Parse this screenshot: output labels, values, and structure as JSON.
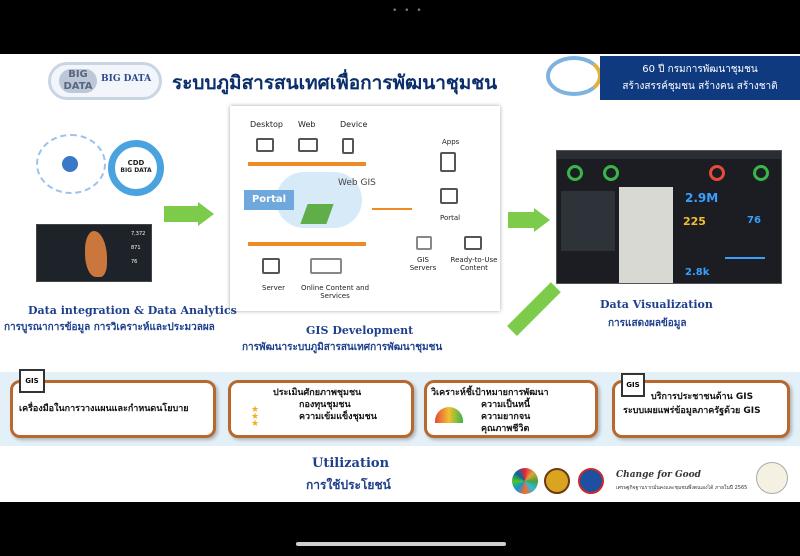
{
  "slide": {
    "title": "ระบบภูมิสารสนเทศเพื่อการพัฒนาชุมชน",
    "logo_big": "BIG DATA",
    "logo_label": "BIG DATA",
    "ribbon_line1": "60 ปี กรมการพัฒนาชุมชน",
    "ribbon_line2": "สร้างสรรค์ชุมชน สร้างคน สร้างชาติ"
  },
  "left_graphic": {
    "cdd_label1": "CDD",
    "cdd_label2": "BIG DATA",
    "stats": [
      "7,372",
      "871",
      "76"
    ]
  },
  "gis": {
    "desktop": "Desktop",
    "web": "Web",
    "device": "Device",
    "apps": "Apps",
    "web_gis": "Web GIS",
    "portal_center": "Portal",
    "portal_right": "Portal",
    "gis_servers": "GIS Servers",
    "ready_to_use": "Ready-to-Use Content",
    "server": "Server",
    "online_content": "Online Content and Services"
  },
  "dashboard": {
    "kpi_main": "2.9M",
    "kpi_a": "225",
    "kpi_b": "76",
    "kpi_c": "2.8k"
  },
  "captions": {
    "integration_en": "Data integration & Data Analytics",
    "integration_th": "การบูรณาการข้อมูล การวิเคราะห์และประมวลผล",
    "gisdev_en": "GIS Development",
    "gisdev_th": "การพัฒนาระบบภูมิสารสนเทศการพัฒนาชุมชน",
    "vis_en": "Data Visualization",
    "vis_th": "การแสดงผลข้อมูล",
    "util_en": "Utilization",
    "util_th": "การใช้ประโยชน์"
  },
  "cards": [
    {
      "icon": "GIS",
      "lines": [
        "เครื่องมือในการวางแผนและกำหนดนโยบาย"
      ]
    },
    {
      "lines": [
        "ประเมินศักยภาพชุมชน",
        "กองทุนชุมชน",
        "ความเข้มแข็งชุมชน"
      ]
    },
    {
      "lines": [
        "วิเคราะห์ชี้เป้าหมายการพัฒนา",
        "ความเป็นหนี้",
        "ความยากจน",
        "คุณภาพชีวิต"
      ]
    },
    {
      "icon": "GIS",
      "lines": [
        "บริการประชาชนด้าน GIS",
        "ระบบเผยแพร่ข้อมูลภาครัฐด้วย GIS"
      ]
    }
  ],
  "footer": {
    "slogan": "Change for Good",
    "slogan_sub": "เศรษฐกิจฐานรากมั่นคงและชุมชนพึ่งตนเองได้ ภายในปี 2565"
  },
  "colors": {
    "navy": "#0a2e6b",
    "orange": "#f08a24",
    "card_border": "#b8682c",
    "arrow_green": "#7ccb4a"
  }
}
